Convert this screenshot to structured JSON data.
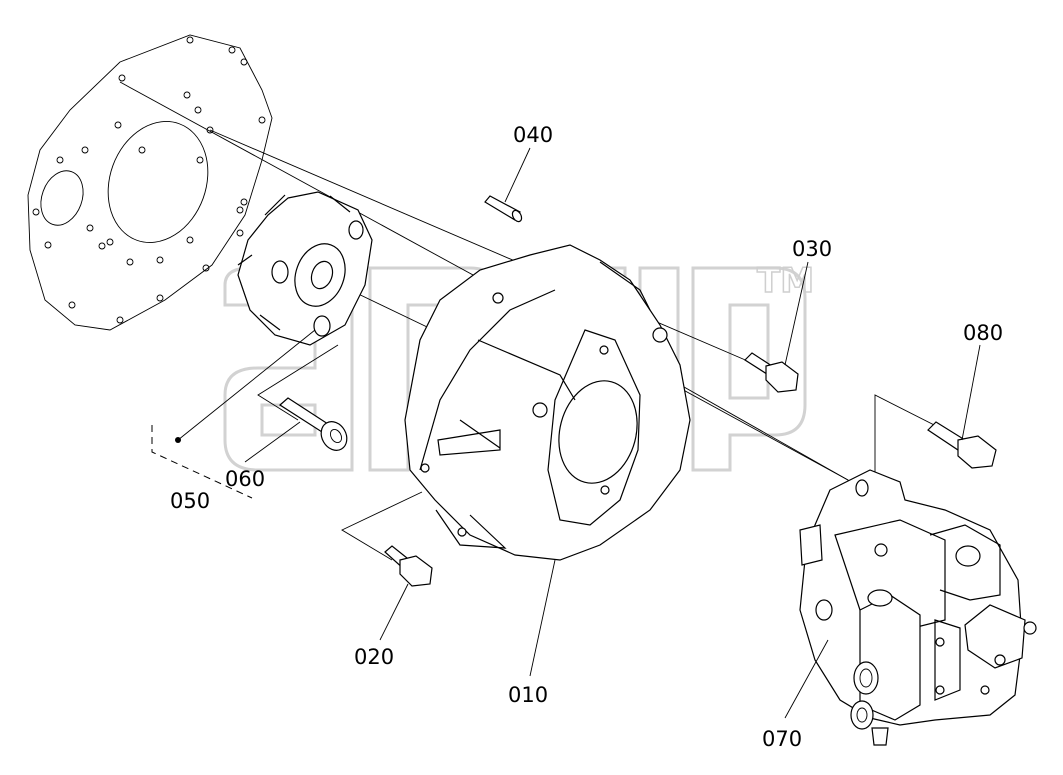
{
  "watermark": {
    "text": "",
    "trademark": "TM"
  },
  "parts": [
    {
      "id": "p010",
      "label": "010"
    },
    {
      "id": "p020",
      "label": "020"
    },
    {
      "id": "p030",
      "label": "030"
    },
    {
      "id": "p040",
      "label": "040"
    },
    {
      "id": "p050",
      "label": "050"
    },
    {
      "id": "p060",
      "label": "060"
    },
    {
      "id": "p070",
      "label": "070"
    },
    {
      "id": "p080",
      "label": "080"
    }
  ]
}
